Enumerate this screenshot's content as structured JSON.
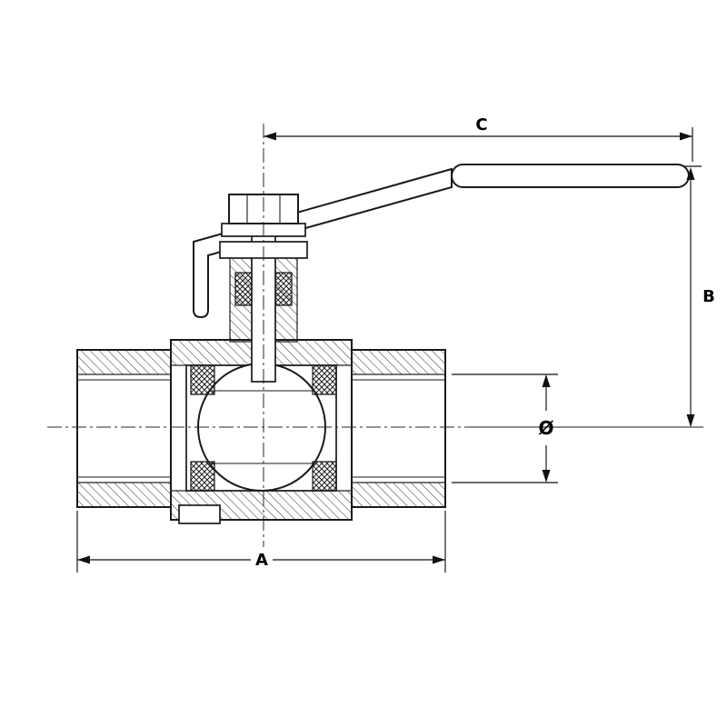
{
  "diagram": {
    "labels": {
      "overall_length": "A",
      "height": "B",
      "handle_length": "C",
      "bore_diameter": "Ø"
    },
    "colors": {
      "line": "#1a1a1a",
      "hatch": "#333333",
      "background": "#ffffff"
    }
  }
}
